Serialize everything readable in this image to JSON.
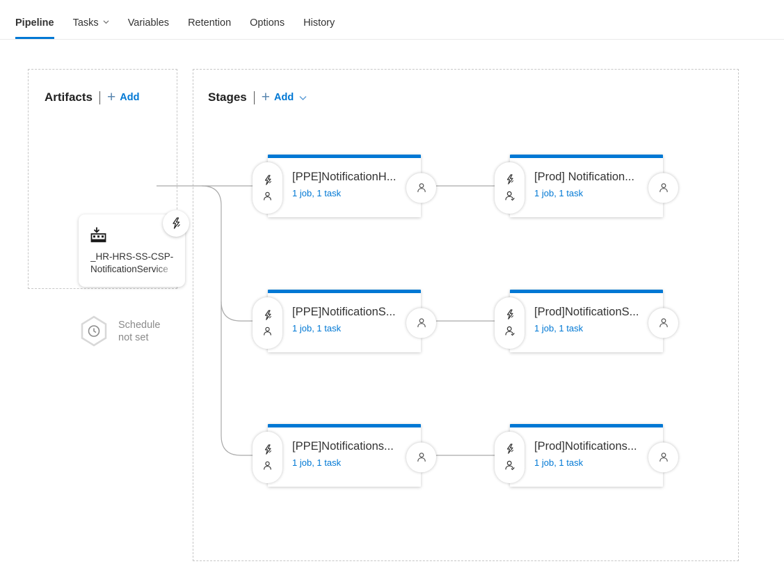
{
  "tabs": [
    {
      "label": "Pipeline"
    },
    {
      "label": "Tasks"
    },
    {
      "label": "Variables"
    },
    {
      "label": "Retention"
    },
    {
      "label": "Options"
    },
    {
      "label": "History"
    }
  ],
  "artifacts": {
    "title": "Artifacts",
    "add_label": "Add",
    "artifact": {
      "name_line1": "_HR-HRS-SS-CSP-",
      "name_line2": "NotificationService",
      "icon": "artifact-download-icon",
      "trigger_icon": "lightning-bolt-icon"
    },
    "schedule": {
      "line1": "Schedule",
      "line2": "not set",
      "icon": "clock-hexagon-icon"
    }
  },
  "stages": {
    "title": "Stages",
    "add_label": "Add",
    "cards": [
      {
        "title": "[PPE]NotificationH...",
        "subtitle": "1 job, 1 task"
      },
      {
        "title": "[Prod] Notification...",
        "subtitle": "1 job, 1 task"
      },
      {
        "title": "[PPE]NotificationS...",
        "subtitle": "1 job, 1 task"
      },
      {
        "title": "[Prod]NotificationS...",
        "subtitle": "1 job, 1 task"
      },
      {
        "title": "[PPE]Notifications...",
        "subtitle": "1 job, 1 task"
      },
      {
        "title": "[Prod]Notifications...",
        "subtitle": "1 job, 1 task"
      }
    ]
  },
  "colors": {
    "accent": "#0078d4",
    "stage_top_bar": "#0078d4",
    "link": "#0078d4",
    "text": "#333333",
    "muted": "#8a8a8a",
    "connector": "#a9a9a9",
    "panel_border": "#c6c6c6"
  }
}
